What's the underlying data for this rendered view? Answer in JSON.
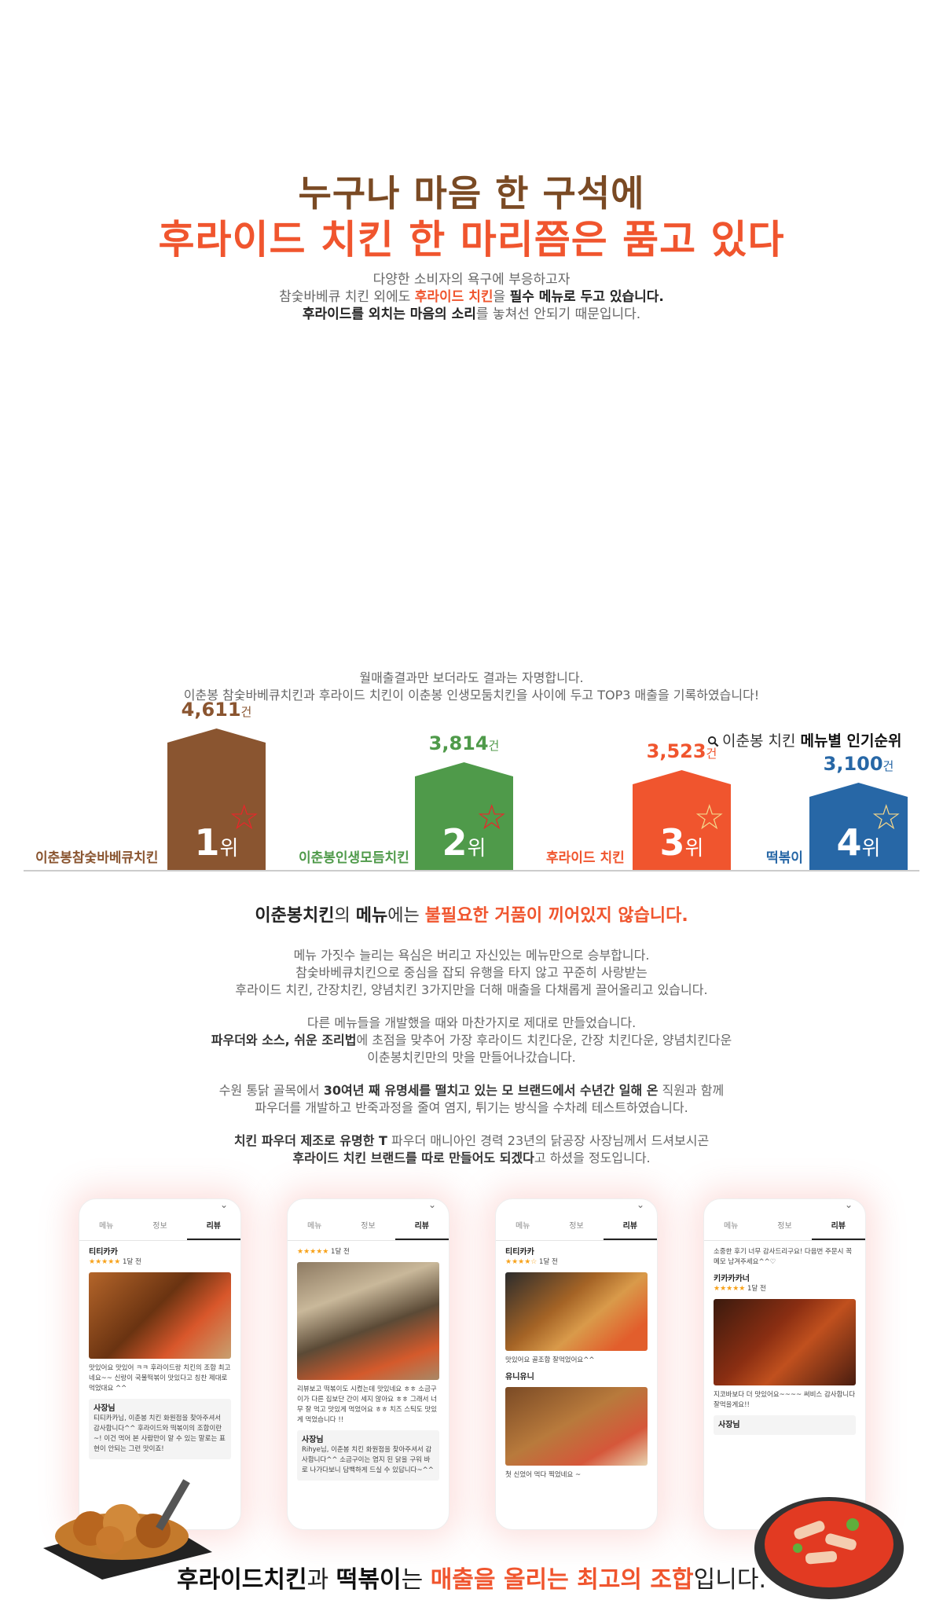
{
  "hero": {
    "line1": "누구나 마음 한 구석에",
    "line2": "후라이드 치킨 한 마리쯤은 품고 있다",
    "intro1": "다양한 소비자의 욕구에 부응하고자",
    "intro2_a": "참숯바베큐 치킨 외에도 ",
    "intro2_b": "후라이드 치킨",
    "intro2_c": "을 ",
    "intro2_d": "필수 메뉴로 두고 있습니다.",
    "intro3_a": "후라이드를 외치는 마음의 소리",
    "intro3_b": "를 놓쳐선 안되기 때문입니다."
  },
  "chart_caption": {
    "line1": "월매출결과만 보더라도 결과는 자명합니다.",
    "line2": "이춘봉 참숯바베큐치킨과 후라이드 치킨이 이춘봉 인생모둠치킨을 사이에 두고 TOP3 매출을 기록하였습니다!"
  },
  "rank_title": {
    "prefix": "이춘봉 치킨 ",
    "bold": "메뉴별 인기순위"
  },
  "chart_data": {
    "type": "bar",
    "categories": [
      "이춘봉참숯바베큐치킨",
      "이춘봉인생모듬치킨",
      "후라이드 치킨",
      "떡볶이"
    ],
    "values": [
      4611,
      3814,
      3523,
      3100
    ],
    "value_labels": [
      "4,611",
      "3,814",
      "3,523",
      "3,100"
    ],
    "unit": "건",
    "ranks": [
      "1",
      "2",
      "3",
      "4"
    ],
    "rank_suffix": "위",
    "colors": [
      "#8a5530",
      "#4f9a4a",
      "#f0552e",
      "#2767a6"
    ],
    "label_colors": [
      "#8a5530",
      "#4f9a4a",
      "#f0552e",
      "#2767a6"
    ]
  },
  "menu": {
    "head_a": "이춘봉치킨",
    "head_b": "의 ",
    "head_c": "메뉴",
    "head_d": "에는 ",
    "head_e": "불필요한 거품이 끼어있지 않습니다.",
    "p1": "메뉴 가짓수 늘리는 욕심은 버리고 자신있는 메뉴만으로 승부합니다.",
    "p2": "참숯바베큐치킨으로 중심을 잡되 유행을 타지 않고 꾸준히 사랑받는",
    "p3": "후라이드 치킨, 간장치킨, 양념치킨 3가지만을 더해 매출을 다채롭게 끌어올리고 있습니다.",
    "p4": "다른 메뉴들을 개발했을 때와 마찬가지로 제대로 만들었습니다.",
    "p5_a": "파우더와 소스, 쉬운 조리법",
    "p5_b": "에 초점을 맞추어 가장 후라이드 치킨다운, 간장 치킨다운, 양념치킨다운",
    "p6": "이춘봉치킨만의 맛을 만들어나갔습니다.",
    "p7_a": "수원 통닭 골목에서 ",
    "p7_b": "30여년 째 유명세를 떨치고 있는 모 브랜드에서 수년간 일해 온",
    "p7_c": " 직원과 함께",
    "p8": "파우더를 개발하고 반죽과정을 줄여 염지, 튀기는 방식을 수차례 테스트하였습니다.",
    "p9_a": "치킨 파우더 제조로 유명한 T",
    "p9_b": " 파우더 매니아인 경력 23년의 닭공장 사장님께서 드셔보시곤",
    "p10_a": "후라이드 치킨 브랜드를 따로 만들어도 되겠다",
    "p10_b": "고 하셨을 정도입니다."
  },
  "phones": [
    {
      "tabs": [
        "메뉴",
        "정보",
        "리뷰"
      ],
      "user": "티티카카",
      "stars": "★★★★★",
      "ago": "1달 전",
      "review": "맛있어요 맛있어 ㅋㅋ 후라이드랑 치킨의 조합 최고네요~~ 신랑이 국물떡볶이 맛있다고 칭찬 제대로 먹었대요 ^^",
      "reply_user": "사장님",
      "reply": "티티카카님, 이춘봉 치킨 화원점을 찾아주셔서 감사합니다^^ 후라이드와 떡볶이의 조합이란~! 이건 먹어 본 사람만이 알 수 있는 말로는 표현이 안되는 그런 맛이죠!"
    },
    {
      "tabs": [
        "메뉴",
        "정보",
        "리뷰"
      ],
      "user": "",
      "stars": "★★★★★",
      "ago": "1달 전",
      "review": "리뷰보고 떡볶이도 시켰는데 맛있네요 ㅎㅎ 소금구이가 다른 집보단 간이 세지 않아요 ㅎㅎ 그래서 너무 잘 먹고 맛있게 먹었어요 ㅎㅎ 치즈 스틱도 맛있게 먹었습니다 !!",
      "reply_user": "사장님",
      "reply": "Rihye님, 이춘봉 치킨 화원점을 찾아주셔서 감사합니다^^ 소금구이는 염지 된 닭을 구워 바로 나가다보니 담백하게 드실 수 있답니다~^^"
    },
    {
      "tabs": [
        "메뉴",
        "정보",
        "리뷰"
      ],
      "user": "티티카카",
      "stars": "★★★★☆",
      "ago": "1달 전",
      "review": "맛있어요 골조합 잘먹었어요^^",
      "reply_user": "유니유니",
      "reply": "첫 신었어 먹다 찍었네요 ~"
    },
    {
      "tabs": [
        "메뉴",
        "정보",
        "리뷰"
      ],
      "user": "키카카카너",
      "stars": "★★★★★",
      "ago": "1달 전",
      "review": "지코바보다 더 맛있어요~~~~ 써비스 감사합니다 잘먹을게요!!",
      "reply_user": "사장님",
      "reply": "소중한 후기 너무 감사드리구요! 다음번 주문시 꼭 메모 남겨주세요^^♡"
    }
  ],
  "bottom": {
    "a": "후라이드치킨",
    "b": "과 ",
    "c": "떡볶이",
    "d": "는 ",
    "e": "매출을 올리는 최고의 조합",
    "f": "입니다."
  }
}
